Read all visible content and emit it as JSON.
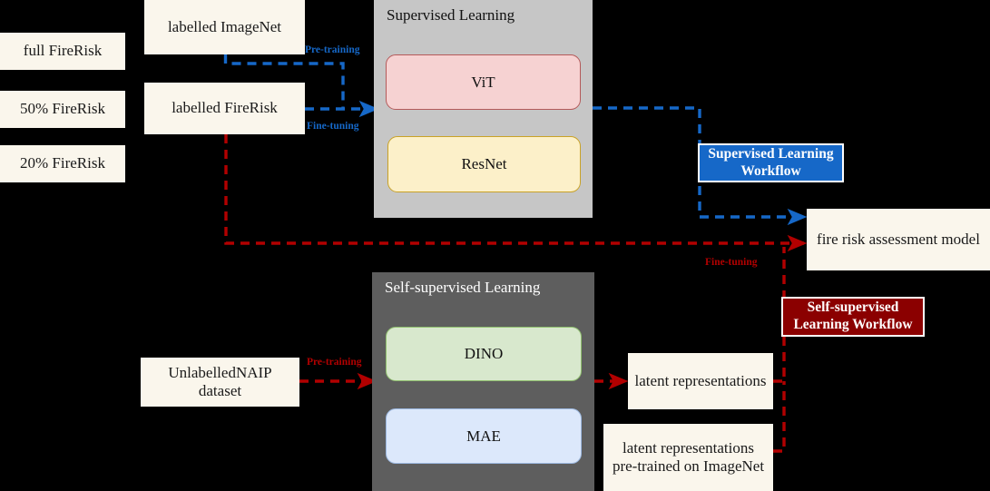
{
  "diagram": {
    "title": "Fire risk assessment: supervised vs self-supervised learning workflows",
    "colors": {
      "supervised_panel": "#c6c6c6",
      "selfsupervised_panel": "#5e5e5e",
      "node_fill": "#faf6ec",
      "blue_flow": "#1668c8",
      "red_flow": "#b20000",
      "legend_supervised": "#1668c8",
      "legend_selfsupervised": "#8b0000",
      "vit": "#f6d2d2",
      "resnet": "#fcf0c9",
      "dino": "#d8e8cd",
      "mae": "#dce8fb",
      "background": "#000000"
    }
  },
  "datasets": {
    "variants": [
      {
        "label": "full FireRisk"
      },
      {
        "label": "50% FireRisk"
      },
      {
        "label": "20% FireRisk"
      }
    ],
    "labelled_imagenet": "labelled ImageNet",
    "labelled_firerisk": "labelled FireRisk",
    "unlabelled_naip": "UnlabelledNAIP\ndataset"
  },
  "supervised": {
    "panel_title": "Supervised Learning",
    "models": [
      {
        "name": "ViT"
      },
      {
        "name": "ResNet"
      }
    ]
  },
  "selfsupervised": {
    "panel_title": "Self-supervised Learning",
    "models": [
      {
        "name": "DINO"
      },
      {
        "name": "MAE"
      }
    ]
  },
  "outputs": {
    "fire_risk_model": "fire risk assessment model",
    "latent_representations": "latent representations",
    "latent_representations_imagenet": "latent representations\npre-trained on ImageNet"
  },
  "legends": {
    "supervised_workflow": "Supervised Learning\nWorkflow",
    "selfsupervised_workflow": "Self-supervised\nLearning Workflow"
  },
  "edge_labels": {
    "pre_training_blue": "Pre-training",
    "fine_tuning_blue": "Fine-tuning",
    "pre_training_red": "Pre-training",
    "fine_tuning_red": "Fine-tuning"
  }
}
